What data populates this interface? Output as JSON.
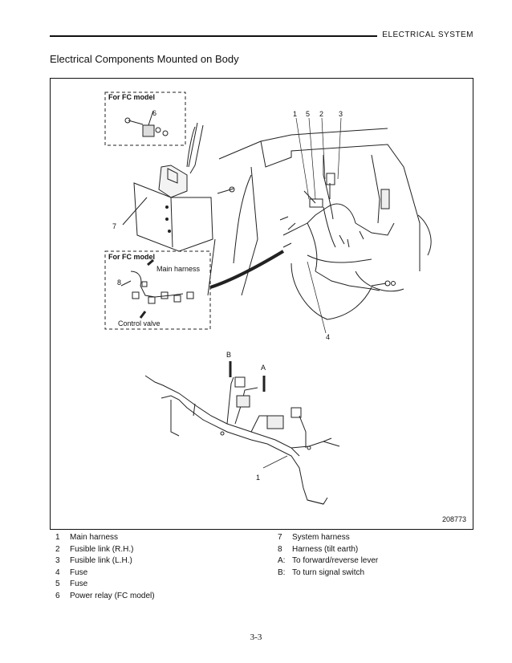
{
  "header": {
    "section": "ELECTRICAL SYSTEM"
  },
  "title": "Electrical Components Mounted on Body",
  "figure": {
    "number": "208773",
    "inset_top": {
      "title": "For FC model",
      "callout": "6"
    },
    "inset_bottom": {
      "title": "For FC model",
      "callout": "8",
      "main_harness": "Main harness",
      "control_valve": "Control valve"
    },
    "callouts": {
      "c1": "1",
      "c5": "5",
      "c2": "2",
      "c3": "3",
      "c7": "7",
      "c4": "4",
      "cB": "B",
      "cA": "A",
      "c1b": "1"
    }
  },
  "legend": {
    "left": [
      {
        "key": "1",
        "text": "Main harness"
      },
      {
        "key": "2",
        "text": "Fusible link (R.H.)"
      },
      {
        "key": "3",
        "text": "Fusible link (L.H.)"
      },
      {
        "key": "4",
        "text": "Fuse"
      },
      {
        "key": "5",
        "text": "Fuse"
      },
      {
        "key": "6",
        "text": "Power relay (FC model)"
      }
    ],
    "right": [
      {
        "key": "7",
        "text": "System harness"
      },
      {
        "key": "8",
        "text": "Harness (tilt earth)"
      },
      {
        "key": "A:",
        "text": "To forward/reverse lever"
      },
      {
        "key": "B:",
        "text": "To turn signal switch"
      }
    ]
  },
  "page_number": "3-3"
}
